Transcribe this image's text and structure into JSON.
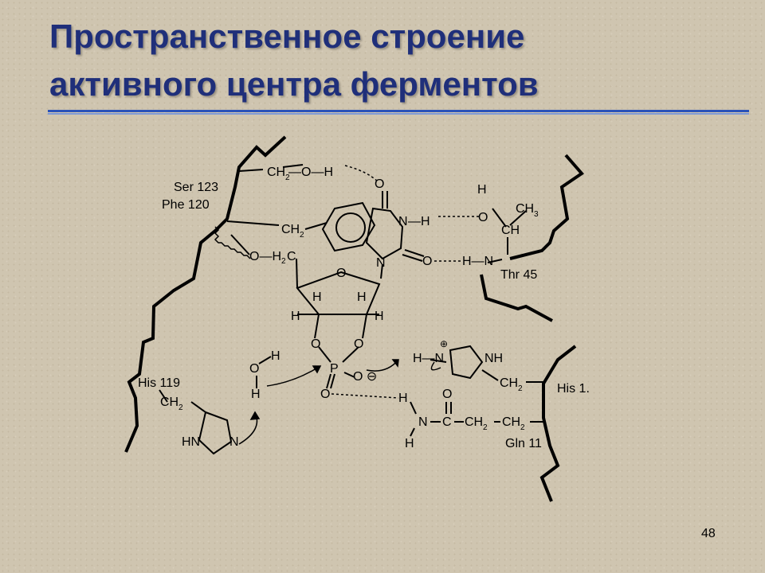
{
  "title": {
    "line1": "Пространственное строение",
    "line2": "активного центра ферментов"
  },
  "labels": {
    "ser": "Ser 123",
    "phe": "Phe 120",
    "thr": "Thr 45",
    "his119": "His 119",
    "his1": "His 1.",
    "gln": "Gln 11"
  },
  "page_number": "48",
  "colors": {
    "title": "#1f2f7a",
    "rule": "#2a52b8",
    "background": "#cfc5b0"
  }
}
